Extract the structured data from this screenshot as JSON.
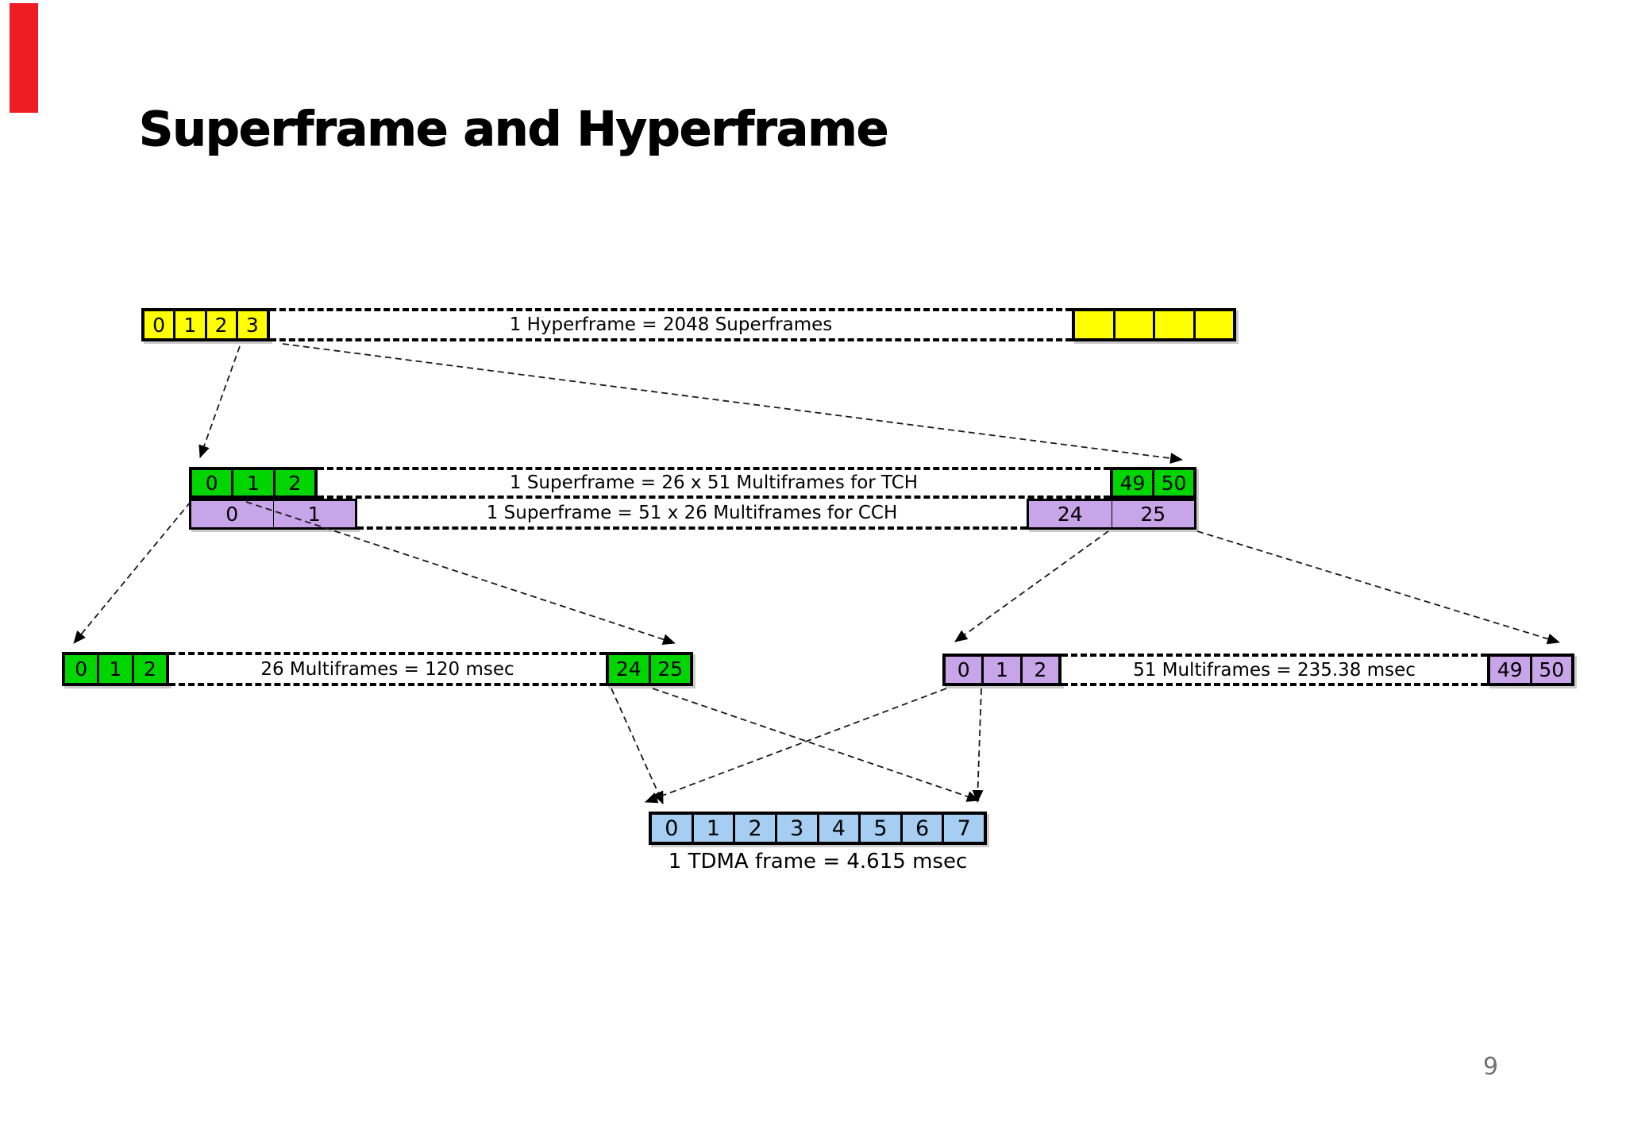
{
  "slide": {
    "title": "Superframe and Hyperframe",
    "page_number": "9"
  },
  "colors": {
    "yellow": "#ffff00",
    "green": "#00d500",
    "purple": "#c8a4e8",
    "blue": "#a6cdf2",
    "red": "#ee1c23"
  },
  "bars": {
    "hyperframe": {
      "label": "1 Hyperframe = 2048 Superframes",
      "left_cells": [
        "0",
        "1",
        "2",
        "3"
      ],
      "right_cells": [
        "",
        "",
        "",
        ""
      ]
    },
    "superframe_tch": {
      "label": "1 Superframe = 26 x 51 Multiframes for TCH",
      "left_cells": [
        "0",
        "1",
        "2"
      ],
      "right_cells": [
        "49",
        "50"
      ]
    },
    "superframe_cch": {
      "label": "1 Superframe = 51 x 26 Multiframes for CCH",
      "left_cells": [
        "0",
        "1"
      ],
      "right_cells": [
        "24",
        "25"
      ]
    },
    "multiframe_26": {
      "label": "26 Multiframes = 120 msec",
      "left_cells": [
        "0",
        "1",
        "2"
      ],
      "right_cells": [
        "24",
        "25"
      ]
    },
    "multiframe_51": {
      "label": "51 Multiframes = 235.38 msec",
      "left_cells": [
        "0",
        "1",
        "2"
      ],
      "right_cells": [
        "49",
        "50"
      ]
    },
    "tdma": {
      "cells": [
        "0",
        "1",
        "2",
        "3",
        "4",
        "5",
        "6",
        "7"
      ],
      "caption": "1 TDMA frame = 4.615 msec"
    }
  }
}
